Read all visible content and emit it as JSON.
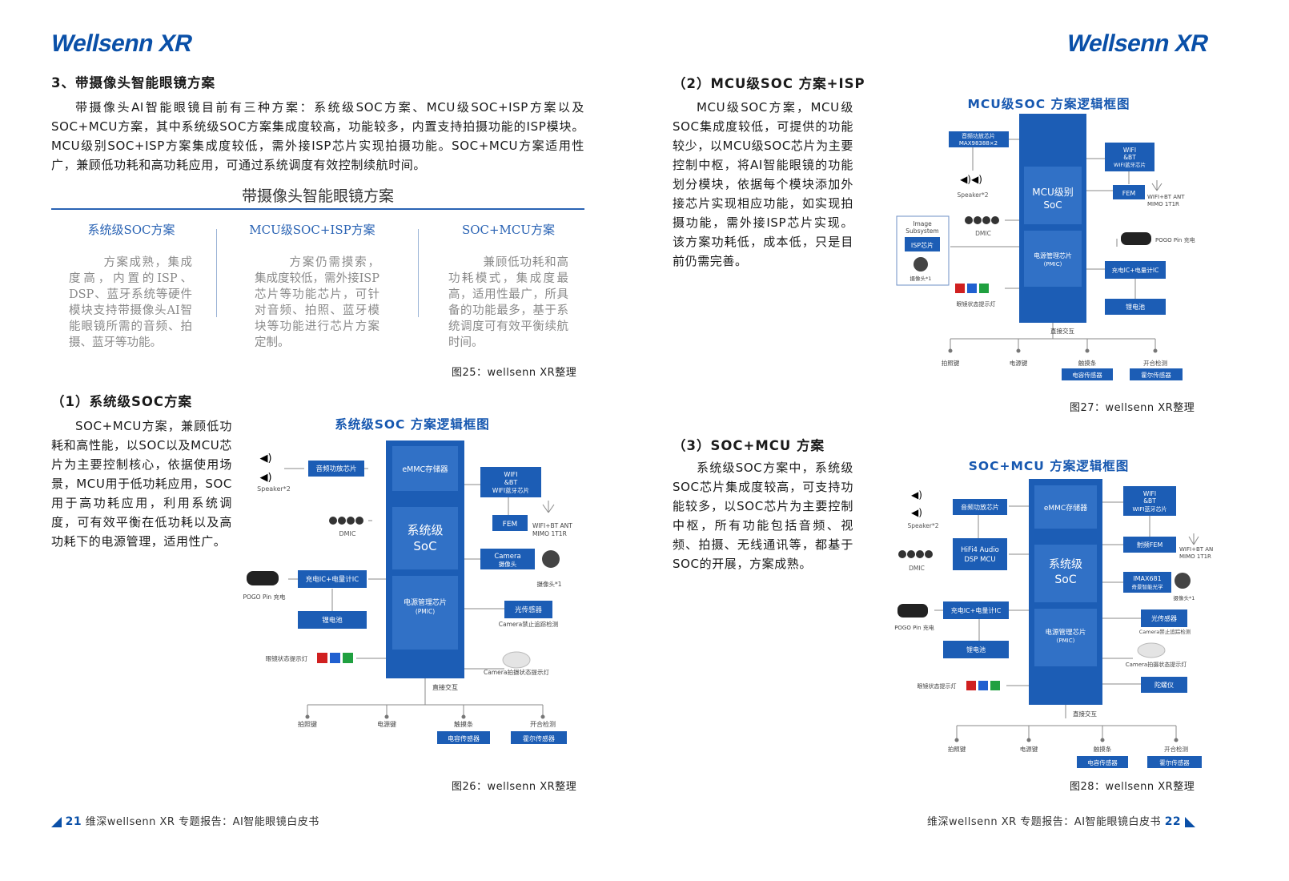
{
  "brand": {
    "logo_text": "Wellsenn XR",
    "color": "#0a50a8"
  },
  "left": {
    "section_title": "3、带摄像头智能眼镜方案",
    "intro": "带摄像头AI智能眼镜目前有三种方案：系统级SOC方案、MCU级SOC+ISP方案以及SOC+MCU方案，其中系统级SOC方案集成度较高，功能较多，内置支持拍摄功能的ISP模块。MCU级别SOC+ISP方案集成度较低，需外接ISP芯片实现拍摄功能。SOC+MCU方案适用性广，兼顾低功耗和高功耗应用，可通过系统调度有效控制续航时间。",
    "table": {
      "title": "带摄像头智能眼镜方案",
      "columns": [
        {
          "head": "系统级SOC方案",
          "body": "方案成熟，集成度高，内置的ISP、DSP、蓝牙系统等硬件模块支持带摄像头AI智能眼镜所需的音频、拍摄、蓝牙等功能。"
        },
        {
          "head": "MCU级SOC+ISP方案",
          "body": "方案仍需摸索，集成度较低，需外接ISP芯片等功能芯片，可针对音频、拍照、蓝牙模块等功能进行芯片方案定制。"
        },
        {
          "head": "SOC+MCU方案",
          "body": "兼顾低功耗和高功耗模式，集成度最高，适用性最广，所具备的功能最多，基于系统调度可有效平衡续航时间。"
        }
      ],
      "caption": "图25：wellsenn XR整理"
    },
    "sub1_title": "（1）系统级SOC方案",
    "sub1_text": "SOC+MCU方案，兼顾低功耗和高性能，以SOC以及MCU芯片为主要控制核心，依据使用场景，MCU用于低功耗应用，SOC用于高功耗应用，利用系统调度，可有效平衡在低功耗以及高功耗下的电源管理，适用性广。",
    "fig26": {
      "title": "系统级SOC 方案逻辑框图",
      "caption": "图26：wellsenn XR整理",
      "labels": {
        "emmc": "eMMC存储器",
        "soc1": "系统级",
        "soc2": "SoC",
        "pmic1": "电源管理芯片",
        "pmic2": "(PMIC)",
        "amp": "音频功放芯片",
        "speaker": "Speaker*2",
        "dmic": "DMIC",
        "charge": "充电IC+电量计IC",
        "pogo": "POGO Pin 充电",
        "battery": "锂电池",
        "led": "眼镜状态提示灯",
        "wifi1": "WIFI",
        "wifi2": "&BT",
        "wifi3": "WIFI蓝牙芯片",
        "fem": "FEM",
        "ant1": "WIFI+BT ANT",
        "ant2": "MIMO 1T1R",
        "cam1": "Camera",
        "cam2": "摄像头",
        "camx": "摄像头*1",
        "light": "光传感器",
        "lightsub": "Camera禁止追踪检测",
        "camled": "Camera拍摄状态提示灯",
        "direct": "直接交互",
        "k1": "拍照键",
        "k2": "电源键",
        "k3": "触摸条",
        "k4": "开合检测",
        "s1": "电容传感器",
        "s2": "霍尔传感器"
      }
    },
    "footer": {
      "page": "21",
      "text": "维深wellsenn XR 专题报告：AI智能眼镜白皮书"
    }
  },
  "right": {
    "sub2_title": "（2）MCU级SOC 方案+ISP",
    "sub2_text": "MCU级SOC方案，MCU级SOC集成度较低，可提供的功能较少，以MCU级SOC芯片为主要控制中枢，将AI智能眼镜的功能划分模块，依据每个模块添加外接芯片实现相应功能，如实现拍摄功能，需外接ISP芯片实现。该方案功耗低，成本低，只是目前仍需完善。",
    "fig27": {
      "title": "MCU级SOC 方案逻辑框图",
      "caption": "图27：wellsenn XR整理",
      "labels": {
        "amp1": "音频功放芯片",
        "amp2": "MAX98388×2",
        "speaker": "Speaker*2",
        "mcu1": "MCU级别",
        "mcu2": "SoC",
        "pmic1": "电源管理芯片",
        "pmic2": "(PMIC)",
        "dmic": "DMIC",
        "img1": "Image",
        "img2": "Subsystem",
        "isp": "ISP芯片",
        "camx": "摄像头*1",
        "led": "眼镜状态提示灯",
        "wifi1": "WIFI",
        "wifi2": "&BT",
        "wifi3": "WIFI蓝牙芯片",
        "fem": "FEM",
        "ant1": "WIFI+BT ANT",
        "ant2": "MIMO 1T1R",
        "pogo": "POGO Pin 充电",
        "charge": "充电IC+电量计IC",
        "battery": "锂电池",
        "direct": "直接交互",
        "k1": "拍照键",
        "k2": "电源键",
        "k3": "触摸条",
        "k4": "开合检测",
        "s1": "电容传感器",
        "s2": "霍尔传感器"
      }
    },
    "sub3_title": "（3）SOC+MCU 方案",
    "sub3_text": "系统级SOC方案中，系统级SOC芯片集成度较高，可支持功能较多，以SOC芯片为主要控制中枢，所有功能包括音频、视频、拍摄、无线通讯等，都基于SOC的开展，方案成熟。",
    "fig28": {
      "title": "SOC+MCU 方案逻辑框图",
      "caption": "图28：wellsenn XR整理",
      "labels": {
        "amp": "音频功放芯片",
        "speaker": "Speaker*2",
        "hifi1": "HiFi4 Audio",
        "hifi2": "DSP MCU",
        "dmic": "DMIC",
        "emmc": "eMMC存储器",
        "soc1": "系统级",
        "soc2": "SoC",
        "pmic1": "电源管理芯片",
        "pmic2": "(PMIC)",
        "wifi1": "WIFI",
        "wifi2": "&BT",
        "wifi3": "WIFI蓝牙芯片",
        "rf": "射频FEM",
        "ant1": "WIFI+BT ANT",
        "ant2": "MIMO 1T1R",
        "imx1": "IMAX681",
        "imx2": "奇景智能光学",
        "camx": "摄像头*1",
        "charge": "充电IC+电量计IC",
        "pogo": "POGO Pin 充电",
        "battery": "锂电池",
        "light": "光传感器",
        "lightsub": "Camera禁止追踪检测",
        "camled": "Camera拍摄状态提示灯",
        "gyro": "陀螺仪",
        "led": "眼镜状态提示灯",
        "direct": "直接交互",
        "k1": "拍照键",
        "k2": "电源键",
        "k3": "触摸条",
        "k4": "开合检测",
        "s1": "电容传感器",
        "s2": "霍尔传感器"
      }
    },
    "footer": {
      "page": "22",
      "text": "维深wellsenn XR 专题报告：AI智能眼镜白皮书"
    }
  }
}
